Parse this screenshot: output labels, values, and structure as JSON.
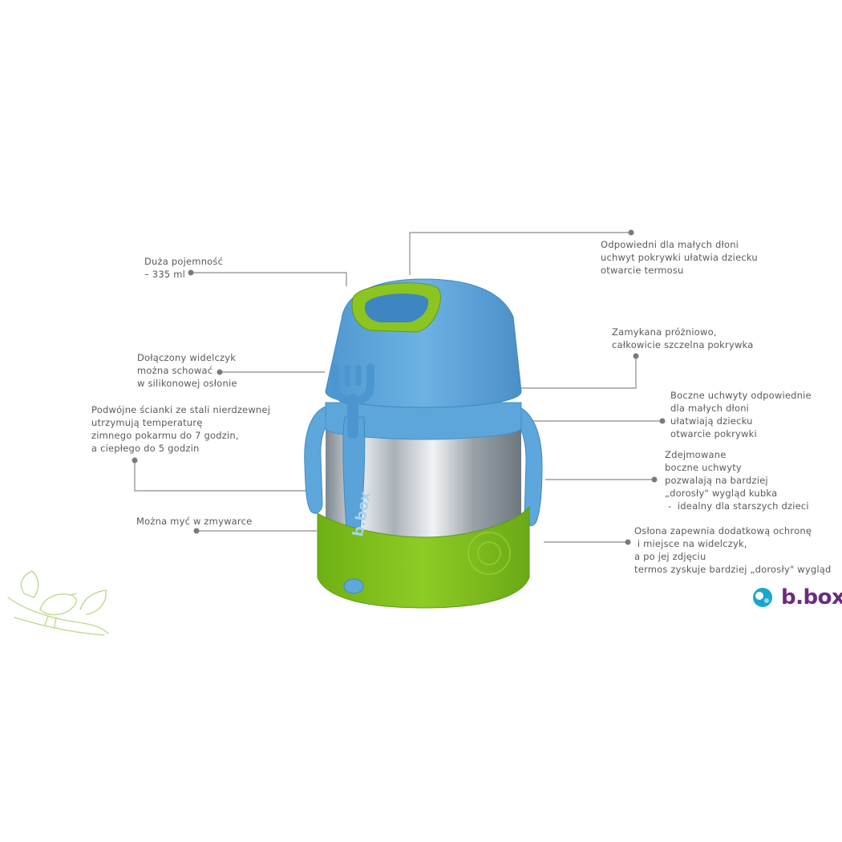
{
  "callouts": {
    "capacity": [
      "Duża pojemność",
      "– 335 ml"
    ],
    "handle_lid": [
      "Odpowiedni dla małych dłoni",
      "uchwyt pokrywki ułatwia dziecku",
      "otwarcie termosu"
    ],
    "vacuum_lid": [
      "Zamykana próżniowo,",
      "całkowicie szczelna pokrywka"
    ],
    "fork": [
      "Dołączony widelczyk",
      "można schować",
      "w silikonowej osłonie"
    ],
    "side_handles": [
      "Boczne uchwyty odpowiednie",
      "dla małych dłoni",
      "ułatwiają dziecku",
      "otwarcie pokrywki"
    ],
    "double_wall": [
      "Podwójne ścianki ze stali nierdzewnej",
      "utrzymują temperaturę",
      "zimnego pokarmu do 7 godzin,",
      "a ciepłego do 5 godzin"
    ],
    "removable_handles": [
      "Zdejmowane",
      "boczne uchwyty",
      "pozwalają na bardziej",
      "„dorosły\" wygląd kubka",
      " -  idealny dla starszych dzieci"
    ],
    "dishwasher": [
      "Można myć w zmywarce"
    ],
    "sleeve": [
      "Osłona zapewnia dodatkową ochronę",
      " i miejsce na widelczyk,",
      "a po jej zdjęciu",
      "termos zyskuje bardziej „dorosły\" wygląd"
    ]
  },
  "product": {
    "fork_mark": "b.box"
  },
  "brand": {
    "name": "b.box"
  },
  "colors": {
    "lid_blue": "#5fa8db",
    "lid_blue_dark": "#3d86c2",
    "green": "#86c21f",
    "green_dark": "#5e9b12",
    "steel": "#c8ced3",
    "leader_line": "#8a8a8a",
    "brand_purple": "#6b2a7f",
    "brand_teal": "#19a7c9",
    "bird_sketch": "#b8d98a"
  }
}
